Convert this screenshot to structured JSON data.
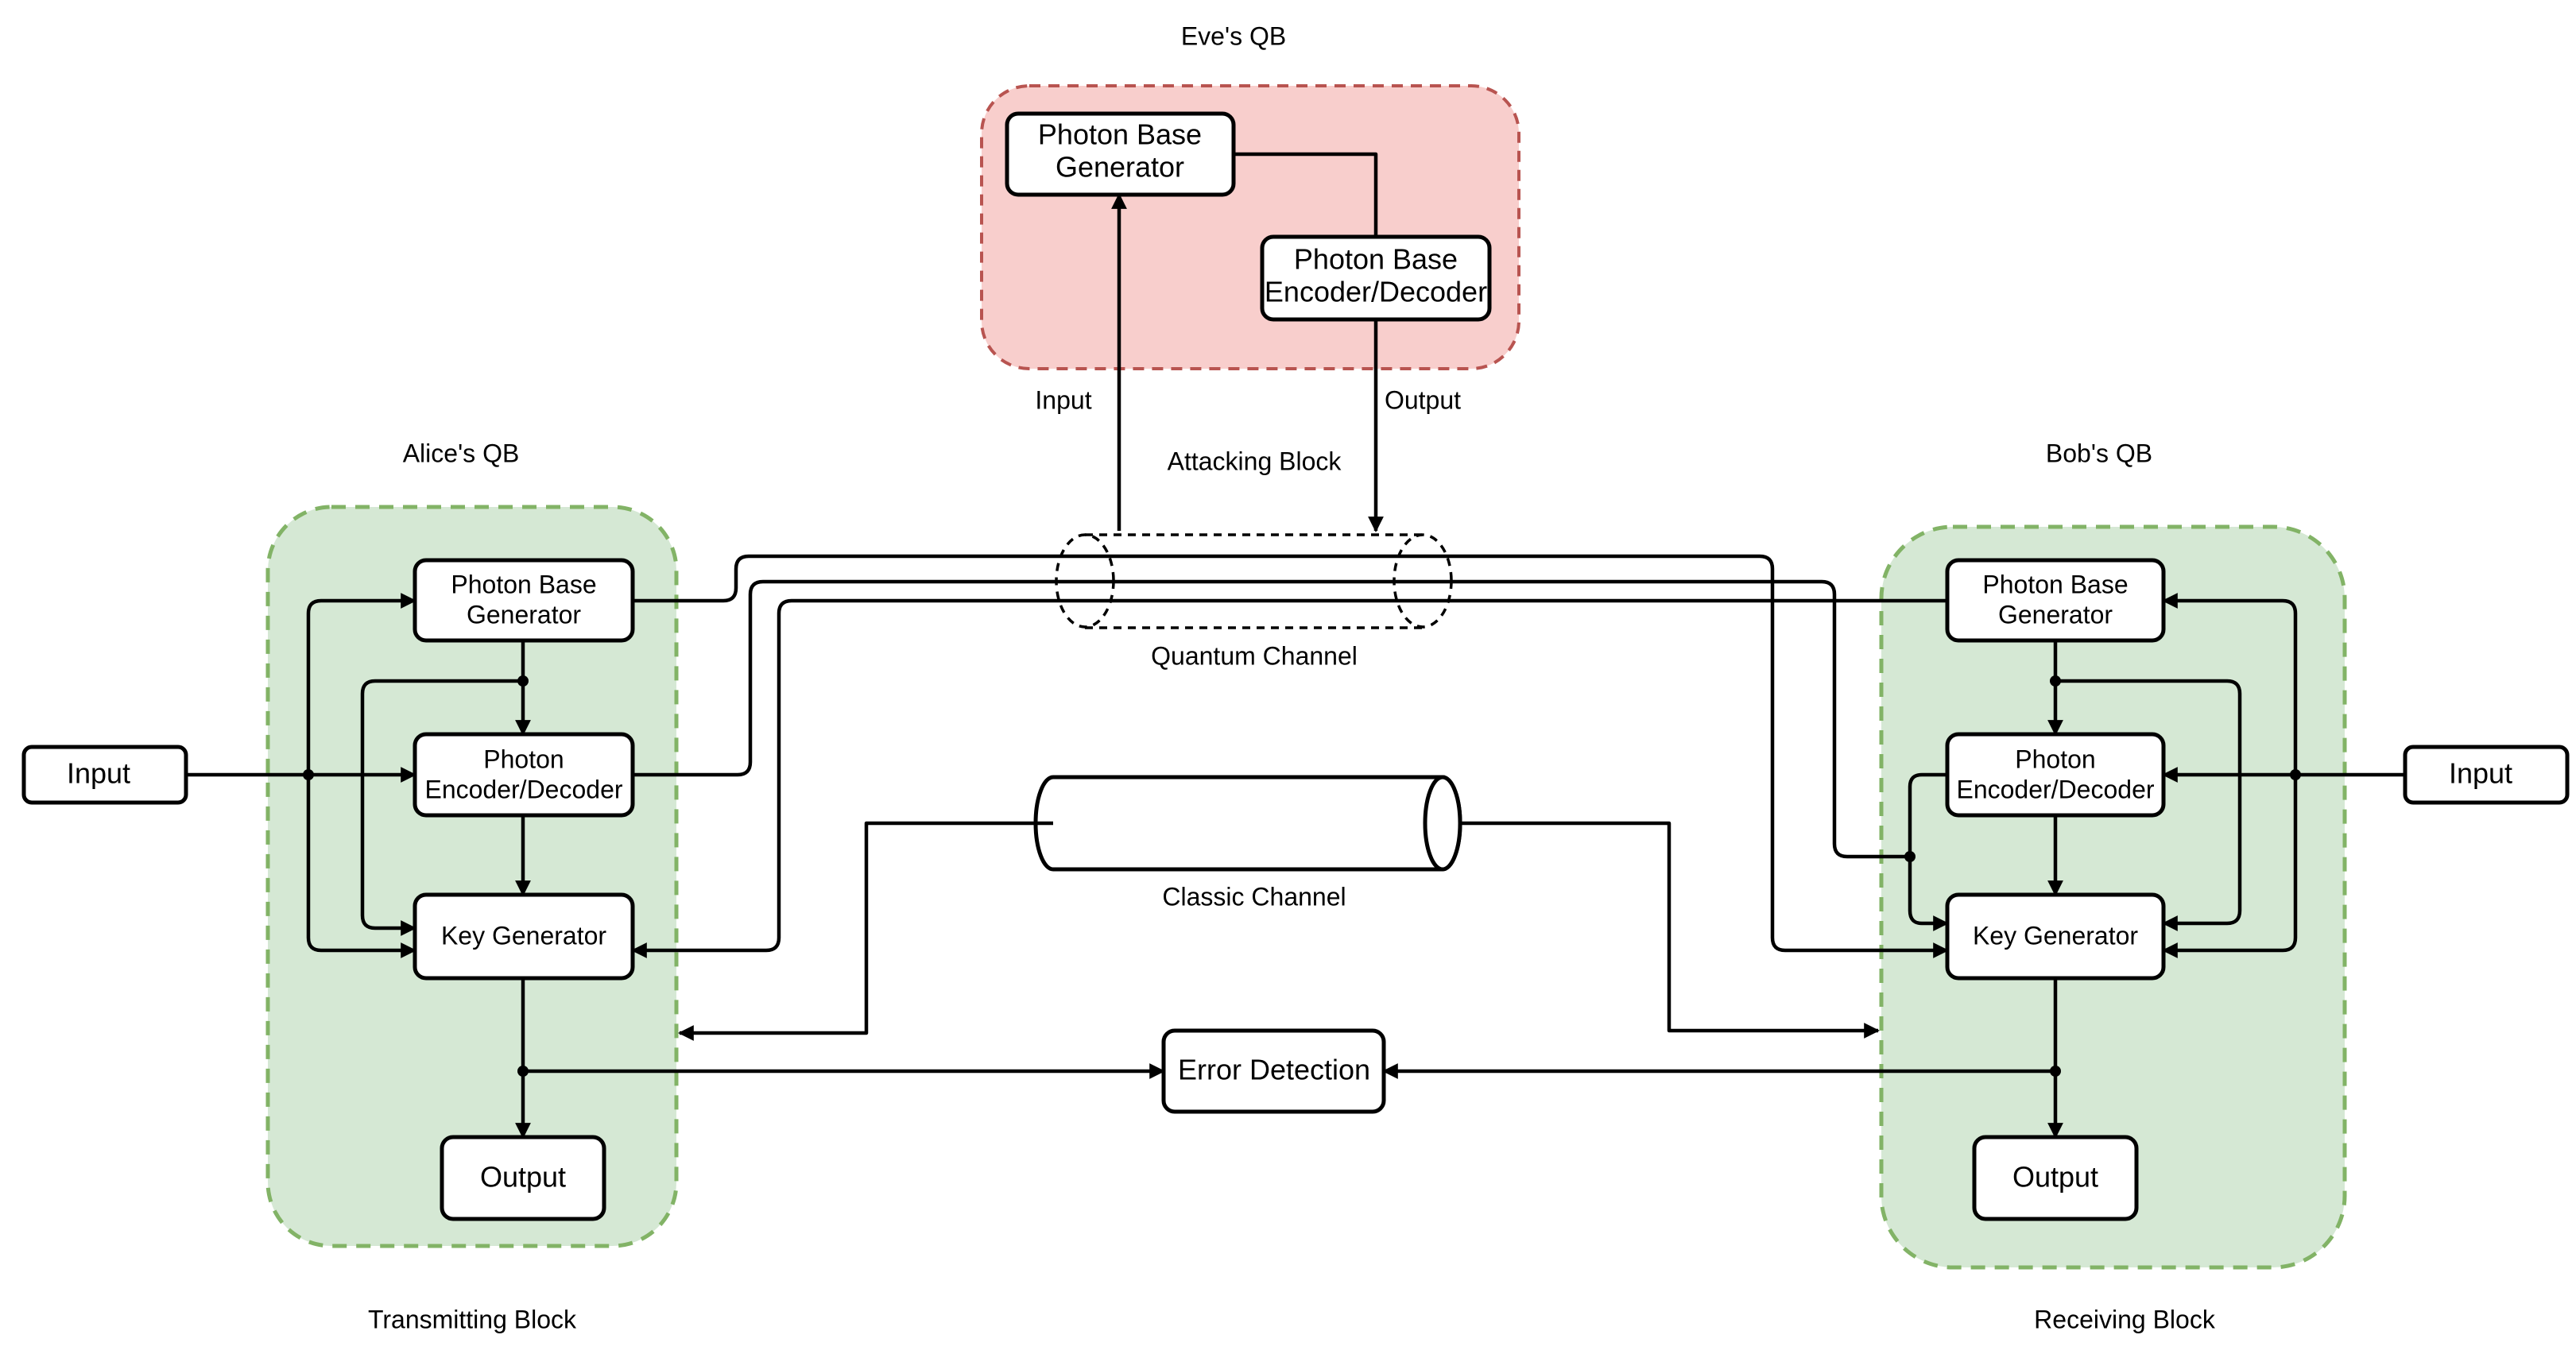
{
  "eve": {
    "title": "Eve's QB",
    "block_label": "Attacking Block",
    "pbg": [
      "Photon Base",
      "Generator"
    ],
    "pbed": [
      "Photon Base",
      "Encoder/Decoder"
    ],
    "input_label": "Input",
    "output_label": "Output"
  },
  "alice": {
    "title": "Alice's QB",
    "block_label": "Transmitting Block",
    "pbg": [
      "Photon Base",
      "Generator"
    ],
    "ped": [
      "Photon",
      "Encoder/Decoder"
    ],
    "keygen": "Key Generator",
    "output": "Output",
    "input": "Input"
  },
  "bob": {
    "title": "Bob's QB",
    "block_label": "Receiving Block",
    "pbg": [
      "Photon Base",
      "Generator"
    ],
    "ped": [
      "Photon",
      "Encoder/Decoder"
    ],
    "keygen": "Key Generator",
    "output": "Output",
    "input": "Input"
  },
  "channels": {
    "quantum": "Quantum Channel",
    "classic": "Classic Channel"
  },
  "error_detection": "Error Detection",
  "colors": {
    "green_fill": "#d5e8d4",
    "green_stroke": "#82b366",
    "red_fill": "#f8cecc",
    "red_stroke": "#b85450"
  }
}
